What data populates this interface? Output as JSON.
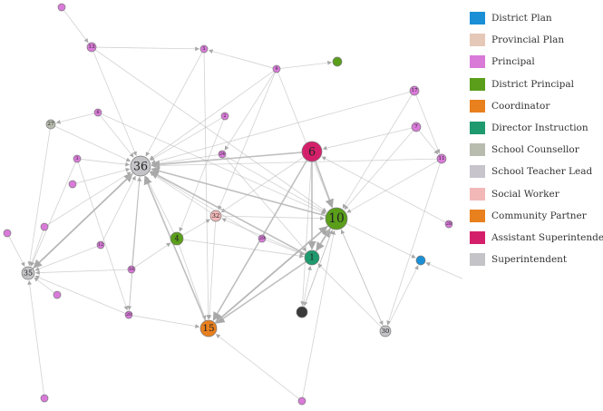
{
  "legend": {
    "items": [
      {
        "label": "District Plan",
        "color": "#1a8fd6"
      },
      {
        "label": "Provincial Plan",
        "color": "#e6c8b8"
      },
      {
        "label": "Principal",
        "color": "#d97ad9"
      },
      {
        "label": "District Principal",
        "color": "#5a9e1a"
      },
      {
        "label": "Coordinator",
        "color": "#e8801e"
      },
      {
        "label": "Director Instruction",
        "color": "#1e9a6e"
      },
      {
        "label": "School Counsellor",
        "color": "#b8bcae"
      },
      {
        "label": "School Teacher Lead",
        "color": "#c8c4cc"
      },
      {
        "label": "Social Worker",
        "color": "#f2b8b8"
      },
      {
        "label": "Community Partner",
        "color": "#e8801e"
      },
      {
        "label": "Assistant Superintendent",
        "color": "#d4206a"
      },
      {
        "label": "Superintendent",
        "color": "#c4c4c8"
      }
    ]
  },
  "graph": {
    "edge_color": "#b4b4b4",
    "nodes": [
      {
        "id": "n36",
        "label": "36",
        "role": "Superintendent",
        "color": "#c4c4c8"
      },
      {
        "id": "n10",
        "label": "10",
        "role": "District Principal",
        "color": "#5a9e1a"
      },
      {
        "id": "n6",
        "label": "6",
        "role": "Assistant Superintendent",
        "color": "#d4206a"
      },
      {
        "id": "n15",
        "label": "15",
        "role": "Coordinator",
        "color": "#e8801e"
      },
      {
        "id": "n1",
        "label": "1",
        "role": "Director Instruction",
        "color": "#1e9a6e"
      },
      {
        "id": "n4",
        "label": "4",
        "role": "District Principal",
        "color": "#5a9e1a"
      },
      {
        "id": "n32",
        "label": "32",
        "role": "Social Worker",
        "color": "#f2b8b8"
      },
      {
        "id": "n35",
        "label": "35",
        "role": "School Counsellor",
        "color": "#c4c4c8"
      },
      {
        "id": "n30",
        "label": "30",
        "role": "School Counsellor",
        "color": "#c4c4c8"
      },
      {
        "id": "n17",
        "label": "17",
        "role": "Principal",
        "color": "#d97ad9"
      },
      {
        "id": "n7",
        "label": "7",
        "role": "Principal",
        "color": "#d97ad9"
      },
      {
        "id": "n11",
        "label": "11",
        "role": "Principal",
        "color": "#d97ad9"
      },
      {
        "id": "n9",
        "label": "9",
        "role": "Principal",
        "color": "#d97ad9"
      },
      {
        "id": "n13",
        "label": "13",
        "role": "Principal",
        "color": "#d97ad9"
      },
      {
        "id": "n5",
        "label": "5",
        "role": "Principal",
        "color": "#d97ad9"
      },
      {
        "id": "n2",
        "label": "2",
        "role": "Principal",
        "color": "#d97ad9"
      },
      {
        "id": "n24",
        "label": "24",
        "role": "Principal",
        "color": "#d97ad9"
      },
      {
        "id": "n27",
        "label": "27",
        "role": "School Counsellor",
        "color": "#b8bcae"
      },
      {
        "id": "n8",
        "label": "8",
        "role": "Principal",
        "color": "#d97ad9"
      },
      {
        "id": "n3",
        "label": "3",
        "role": "Principal",
        "color": "#d97ad9"
      },
      {
        "id": "n12",
        "label": "12",
        "role": "Principal",
        "color": "#d97ad9"
      },
      {
        "id": "n16",
        "label": "16",
        "role": "Principal",
        "color": "#d97ad9"
      },
      {
        "id": "n20",
        "label": "20",
        "role": "Principal",
        "color": "#d97ad9"
      },
      {
        "id": "n29",
        "label": "29",
        "role": "Principal",
        "color": "#d97ad9"
      },
      {
        "id": "n28",
        "label": "28",
        "role": "Principal",
        "color": "#d97ad9"
      },
      {
        "id": "nDP",
        "label": "",
        "role": "District Plan",
        "color": "#1a8fd6"
      },
      {
        "id": "nG1",
        "label": "",
        "role": "District Principal",
        "color": "#5a9e1a"
      },
      {
        "id": "nBK",
        "label": "",
        "role": "Other",
        "color": "#3a3a3a"
      },
      {
        "id": "nP1",
        "label": "",
        "role": "Principal",
        "color": "#d97ad9"
      },
      {
        "id": "nP2",
        "label": "",
        "role": "Principal",
        "color": "#d97ad9"
      },
      {
        "id": "nP3",
        "label": "",
        "role": "Principal",
        "color": "#d97ad9"
      },
      {
        "id": "nP4",
        "label": "",
        "role": "Principal",
        "color": "#d97ad9"
      },
      {
        "id": "nP5",
        "label": "",
        "role": "Principal",
        "color": "#d97ad9"
      },
      {
        "id": "nP6",
        "label": "",
        "role": "Principal",
        "color": "#d97ad9"
      },
      {
        "id": "nP7",
        "label": "",
        "role": "Principal",
        "color": "#d97ad9"
      },
      {
        "id": "nP8",
        "label": "",
        "role": "Principal",
        "color": "#d97ad9"
      }
    ],
    "edges": [
      [
        "nP1",
        "n13"
      ],
      [
        "n13",
        "n36"
      ],
      [
        "n13",
        "n5"
      ],
      [
        "n13",
        "n10"
      ],
      [
        "n5",
        "n36"
      ],
      [
        "n5",
        "n15"
      ],
      [
        "n9",
        "n5"
      ],
      [
        "n9",
        "nG1"
      ],
      [
        "n9",
        "n36"
      ],
      [
        "n9",
        "n10"
      ],
      [
        "n9",
        "n24"
      ],
      [
        "n9",
        "n32"
      ],
      [
        "n8",
        "n36"
      ],
      [
        "n27",
        "n36"
      ],
      [
        "n8",
        "n27"
      ],
      [
        "n2",
        "n36"
      ],
      [
        "n24",
        "n36"
      ],
      [
        "n6",
        "n36"
      ],
      [
        "n6",
        "n10"
      ],
      [
        "n6",
        "n1"
      ],
      [
        "n6",
        "n32"
      ],
      [
        "n6",
        "nBK"
      ],
      [
        "n17",
        "n10"
      ],
      [
        "n17",
        "n36"
      ],
      [
        "n7",
        "n6"
      ],
      [
        "n7",
        "n11"
      ],
      [
        "n11",
        "n36"
      ],
      [
        "n11",
        "n10"
      ],
      [
        "n17",
        "n11"
      ],
      [
        "n3",
        "n36"
      ],
      [
        "n3",
        "n35"
      ],
      [
        "nP2",
        "n35"
      ],
      [
        "nP2",
        "n36"
      ],
      [
        "n35",
        "n36"
      ],
      [
        "n4",
        "n36"
      ],
      [
        "n4",
        "n32"
      ],
      [
        "n4",
        "n15"
      ],
      [
        "n32",
        "n36"
      ],
      [
        "n32",
        "n15"
      ],
      [
        "n32",
        "n10"
      ],
      [
        "n1",
        "n32"
      ],
      [
        "n1",
        "n36"
      ],
      [
        "n1",
        "n15"
      ],
      [
        "n1",
        "n10"
      ],
      [
        "n10",
        "n1"
      ],
      [
        "n10",
        "nBK"
      ],
      [
        "n10",
        "n30"
      ],
      [
        "n10",
        "nDP"
      ],
      [
        "n10",
        "n15"
      ],
      [
        "n10",
        "n36"
      ],
      [
        "n29",
        "n1"
      ],
      [
        "n29",
        "n36"
      ],
      [
        "n12",
        "n36"
      ],
      [
        "n16",
        "n36"
      ],
      [
        "n16",
        "n35"
      ],
      [
        "n20",
        "n36"
      ],
      [
        "n20",
        "n35"
      ],
      [
        "n20",
        "n15"
      ],
      [
        "n15",
        "n36"
      ],
      [
        "n15",
        "n10"
      ],
      [
        "nBK",
        "n1"
      ],
      [
        "nBK",
        "n10"
      ],
      [
        "n30",
        "n1"
      ],
      [
        "n30",
        "nDP"
      ],
      [
        "n30",
        "n10"
      ],
      [
        "nP8",
        "nDP"
      ],
      [
        "nP6",
        "n15"
      ],
      [
        "nP6",
        "n10"
      ],
      [
        "nP7",
        "n35"
      ],
      [
        "nP4",
        "n35"
      ],
      [
        "nP3",
        "n35"
      ],
      [
        "nP5",
        "n36"
      ],
      [
        "n28",
        "n6"
      ],
      [
        "n24",
        "n1"
      ],
      [
        "n2",
        "n4"
      ],
      [
        "n16",
        "n4"
      ],
      [
        "n12",
        "n35"
      ],
      [
        "n3",
        "n20"
      ],
      [
        "n27",
        "n35"
      ],
      [
        "n36",
        "n35"
      ],
      [
        "n36",
        "n20"
      ],
      [
        "n6",
        "n15"
      ],
      [
        "n11",
        "n30"
      ],
      [
        "n7",
        "n10"
      ],
      [
        "n24",
        "n10"
      ],
      [
        "n4",
        "n1"
      ],
      [
        "n8",
        "n10"
      ]
    ]
  }
}
